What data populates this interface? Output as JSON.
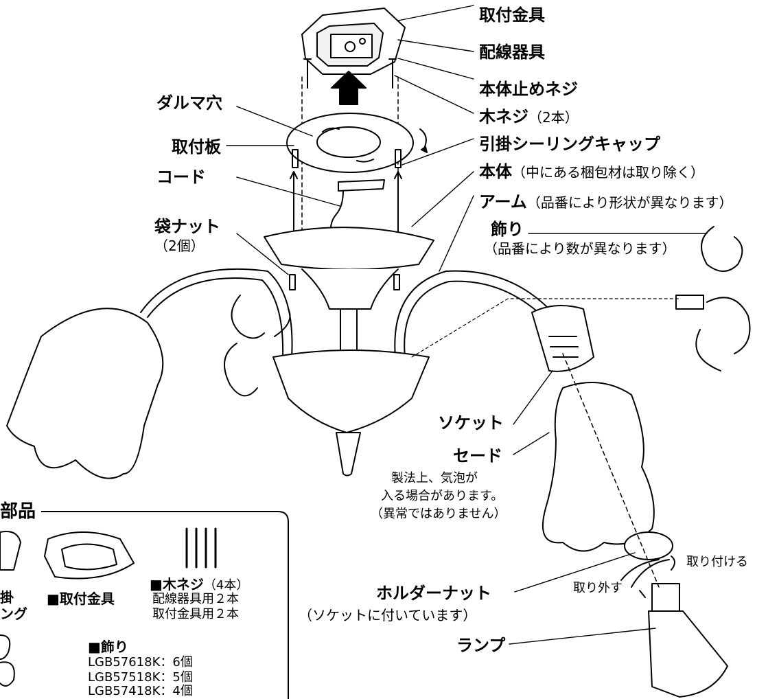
{
  "labels": {
    "mount_bracket": "取付金具",
    "wiring_fixture": "配線器具",
    "body_screw": "本体止めネジ",
    "wood_screw": "木ネジ",
    "wood_screw_count": "（2本）",
    "keyhole": "ダルマ穴",
    "mount_plate": "取付板",
    "ceiling_cap": "引掛シーリングキャップ",
    "cord": "コード",
    "body": "本体",
    "body_note": "（中にある梱包材は取り除く）",
    "arm": "アーム",
    "arm_note": "（品番により形状が異なります）",
    "cap_nut": "袋ナット",
    "cap_nut_count": "（2個）",
    "ornament": "飾り",
    "ornament_note": "（品番により数が異なります）",
    "socket": "ソケット",
    "shade": "セード",
    "shade_note_1": "製法上、気泡が",
    "shade_note_2": "入る場合があります。",
    "shade_note_3": "（異常ではありません）",
    "holder_nut": "ホルダーナット",
    "holder_nut_note": "（ソケットに付いています）",
    "lamp": "ランプ",
    "attach": "取り付ける",
    "detach": "取り外す"
  },
  "parts_box": {
    "title": "部品",
    "ceiling_label_1": "掛",
    "ceiling_label_2": "ング",
    "bracket": "■取付金具",
    "screws": "■木ネジ",
    "screws_count": "（4本）",
    "screws_use_1": "配線器具用２本",
    "screws_use_2": "取付金具用２本",
    "ornaments": "■飾り",
    "ornament_counts": [
      "LGB57618K：6個",
      "LGB57518K：5個",
      "LGB57418K：4個"
    ]
  }
}
